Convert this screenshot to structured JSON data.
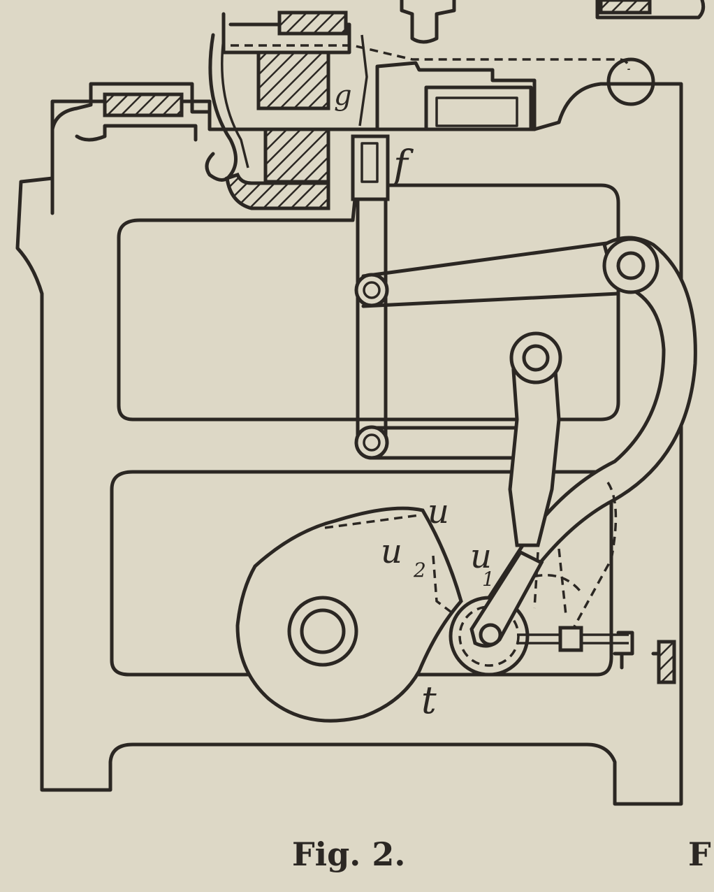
{
  "figure": {
    "caption": "Fig. 2.",
    "edge_fragment": "F"
  },
  "labels": {
    "u": "u",
    "u1": "u",
    "u1_sub": "1",
    "u2": "u",
    "u2_sub": "2",
    "f": "f",
    "t": "t",
    "g": "g"
  },
  "colors": {
    "paper": "#ddd8c6",
    "ink": "#2b2723"
  }
}
